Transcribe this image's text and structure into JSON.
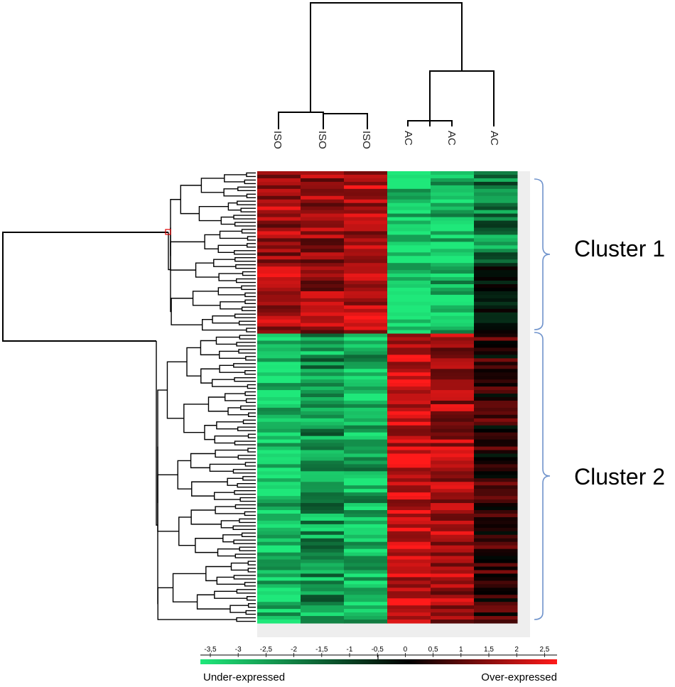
{
  "chart_data": {
    "type": "heatmap",
    "columns": [
      "ISO",
      "ISO",
      "ISO",
      "AC",
      "AC",
      "AC"
    ],
    "clusters": [
      {
        "label": "Cluster 1",
        "rows": 46
      },
      {
        "label": "Cluster 2",
        "rows": 82
      }
    ],
    "color_scale": {
      "min": -3.5,
      "mid": 0,
      "max": 2.5,
      "low_color": "#1fe87a",
      "mid_color": "#000000",
      "high_color": "#ff1a1a",
      "low_label": "Under-expressed",
      "high_label": "Over-expressed",
      "ticks": [
        "-3,5",
        "-3",
        "-2,5",
        "-2",
        "-1,5",
        "-1",
        "-0,5",
        "0",
        "0,5",
        "1",
        "1,5",
        "2",
        "2,5"
      ]
    },
    "column_profiles": {
      "cluster_1": [
        1.3,
        1.2,
        1.4,
        -1.8,
        -1.6,
        -1.1
      ],
      "cluster_2": [
        -1.7,
        -1.3,
        -1.5,
        1.6,
        1.3,
        0.4
      ]
    },
    "background_color": "#eeeeee",
    "grid": false
  }
}
